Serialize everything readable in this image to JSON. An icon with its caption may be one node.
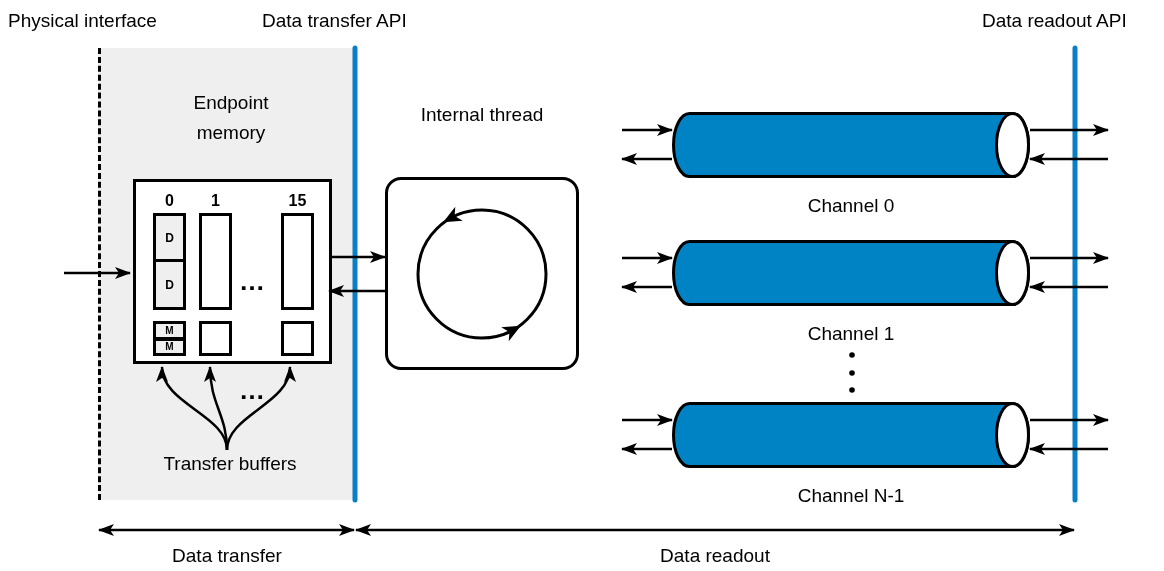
{
  "diagram": {
    "nodes": [
      {
        "text": [
          "Endpoint memory"
        ]
      },
      {
        "text": [],
        "shape": "box",
        "in": 0
      },
      {
        "text": [
          "0"
        ],
        "in": 1
      },
      {
        "text": [
          "D"
        ],
        "in": 2
      },
      {
        "text": [
          "D"
        ],
        "in": 2
      },
      {
        "text": [
          "1"
        ],
        "in": 1
      },
      {
        "text": [
          "15"
        ],
        "in": 1
      },
      {
        "text": [
          "M"
        ],
        "in": 1
      },
      {
        "text": [
          "M"
        ],
        "in": 1
      },
      {
        "text": [],
        "shape": "box",
        "in": 1
      },
      {
        "text": [],
        "shape": "box",
        "in": 1
      },
      {
        "text": [
          "Transfer buffers"
        ],
        "in": 0
      },
      {
        "text": [
          "Internal thread"
        ]
      },
      {
        "text": [
          "Channel 0"
        ]
      },
      {
        "text": [
          "Channel 1"
        ]
      },
      {
        "text": [
          "Channel N-1"
        ]
      }
    ],
    "edges": [
      {
        "from": null,
        "to": 1,
        "arrow": "to"
      },
      {
        "from": 1,
        "to": 12,
        "arrow": "to"
      },
      {
        "from": 12,
        "to": 1,
        "arrow": "to"
      },
      {
        "from": 11,
        "to": 1,
        "arrow": "to"
      },
      {
        "from": 11,
        "to": 1,
        "arrow": "to"
      },
      {
        "from": 11,
        "to": 1,
        "arrow": "to"
      },
      {
        "from": null,
        "to": 13,
        "arrow": "to"
      },
      {
        "from": 13,
        "to": null,
        "arrow": "to"
      },
      {
        "from": 13,
        "to": null,
        "arrow": "to"
      },
      {
        "from": null,
        "to": 13,
        "arrow": "to"
      },
      {
        "from": null,
        "to": 14,
        "arrow": "to"
      },
      {
        "from": 14,
        "to": null,
        "arrow": "to"
      },
      {
        "from": 14,
        "to": null,
        "arrow": "to"
      },
      {
        "from": null,
        "to": 14,
        "arrow": "to"
      },
      {
        "from": null,
        "to": 15,
        "arrow": "to"
      },
      {
        "from": 15,
        "to": null,
        "arrow": "to"
      },
      {
        "from": 15,
        "to": null,
        "arrow": "to"
      },
      {
        "from": null,
        "to": 15,
        "arrow": "to"
      }
    ],
    "labels": [
      "Physical interface",
      "Data transfer API",
      "Data readout API",
      "…",
      "…",
      "Data transfer",
      "Data readout"
    ]
  }
}
